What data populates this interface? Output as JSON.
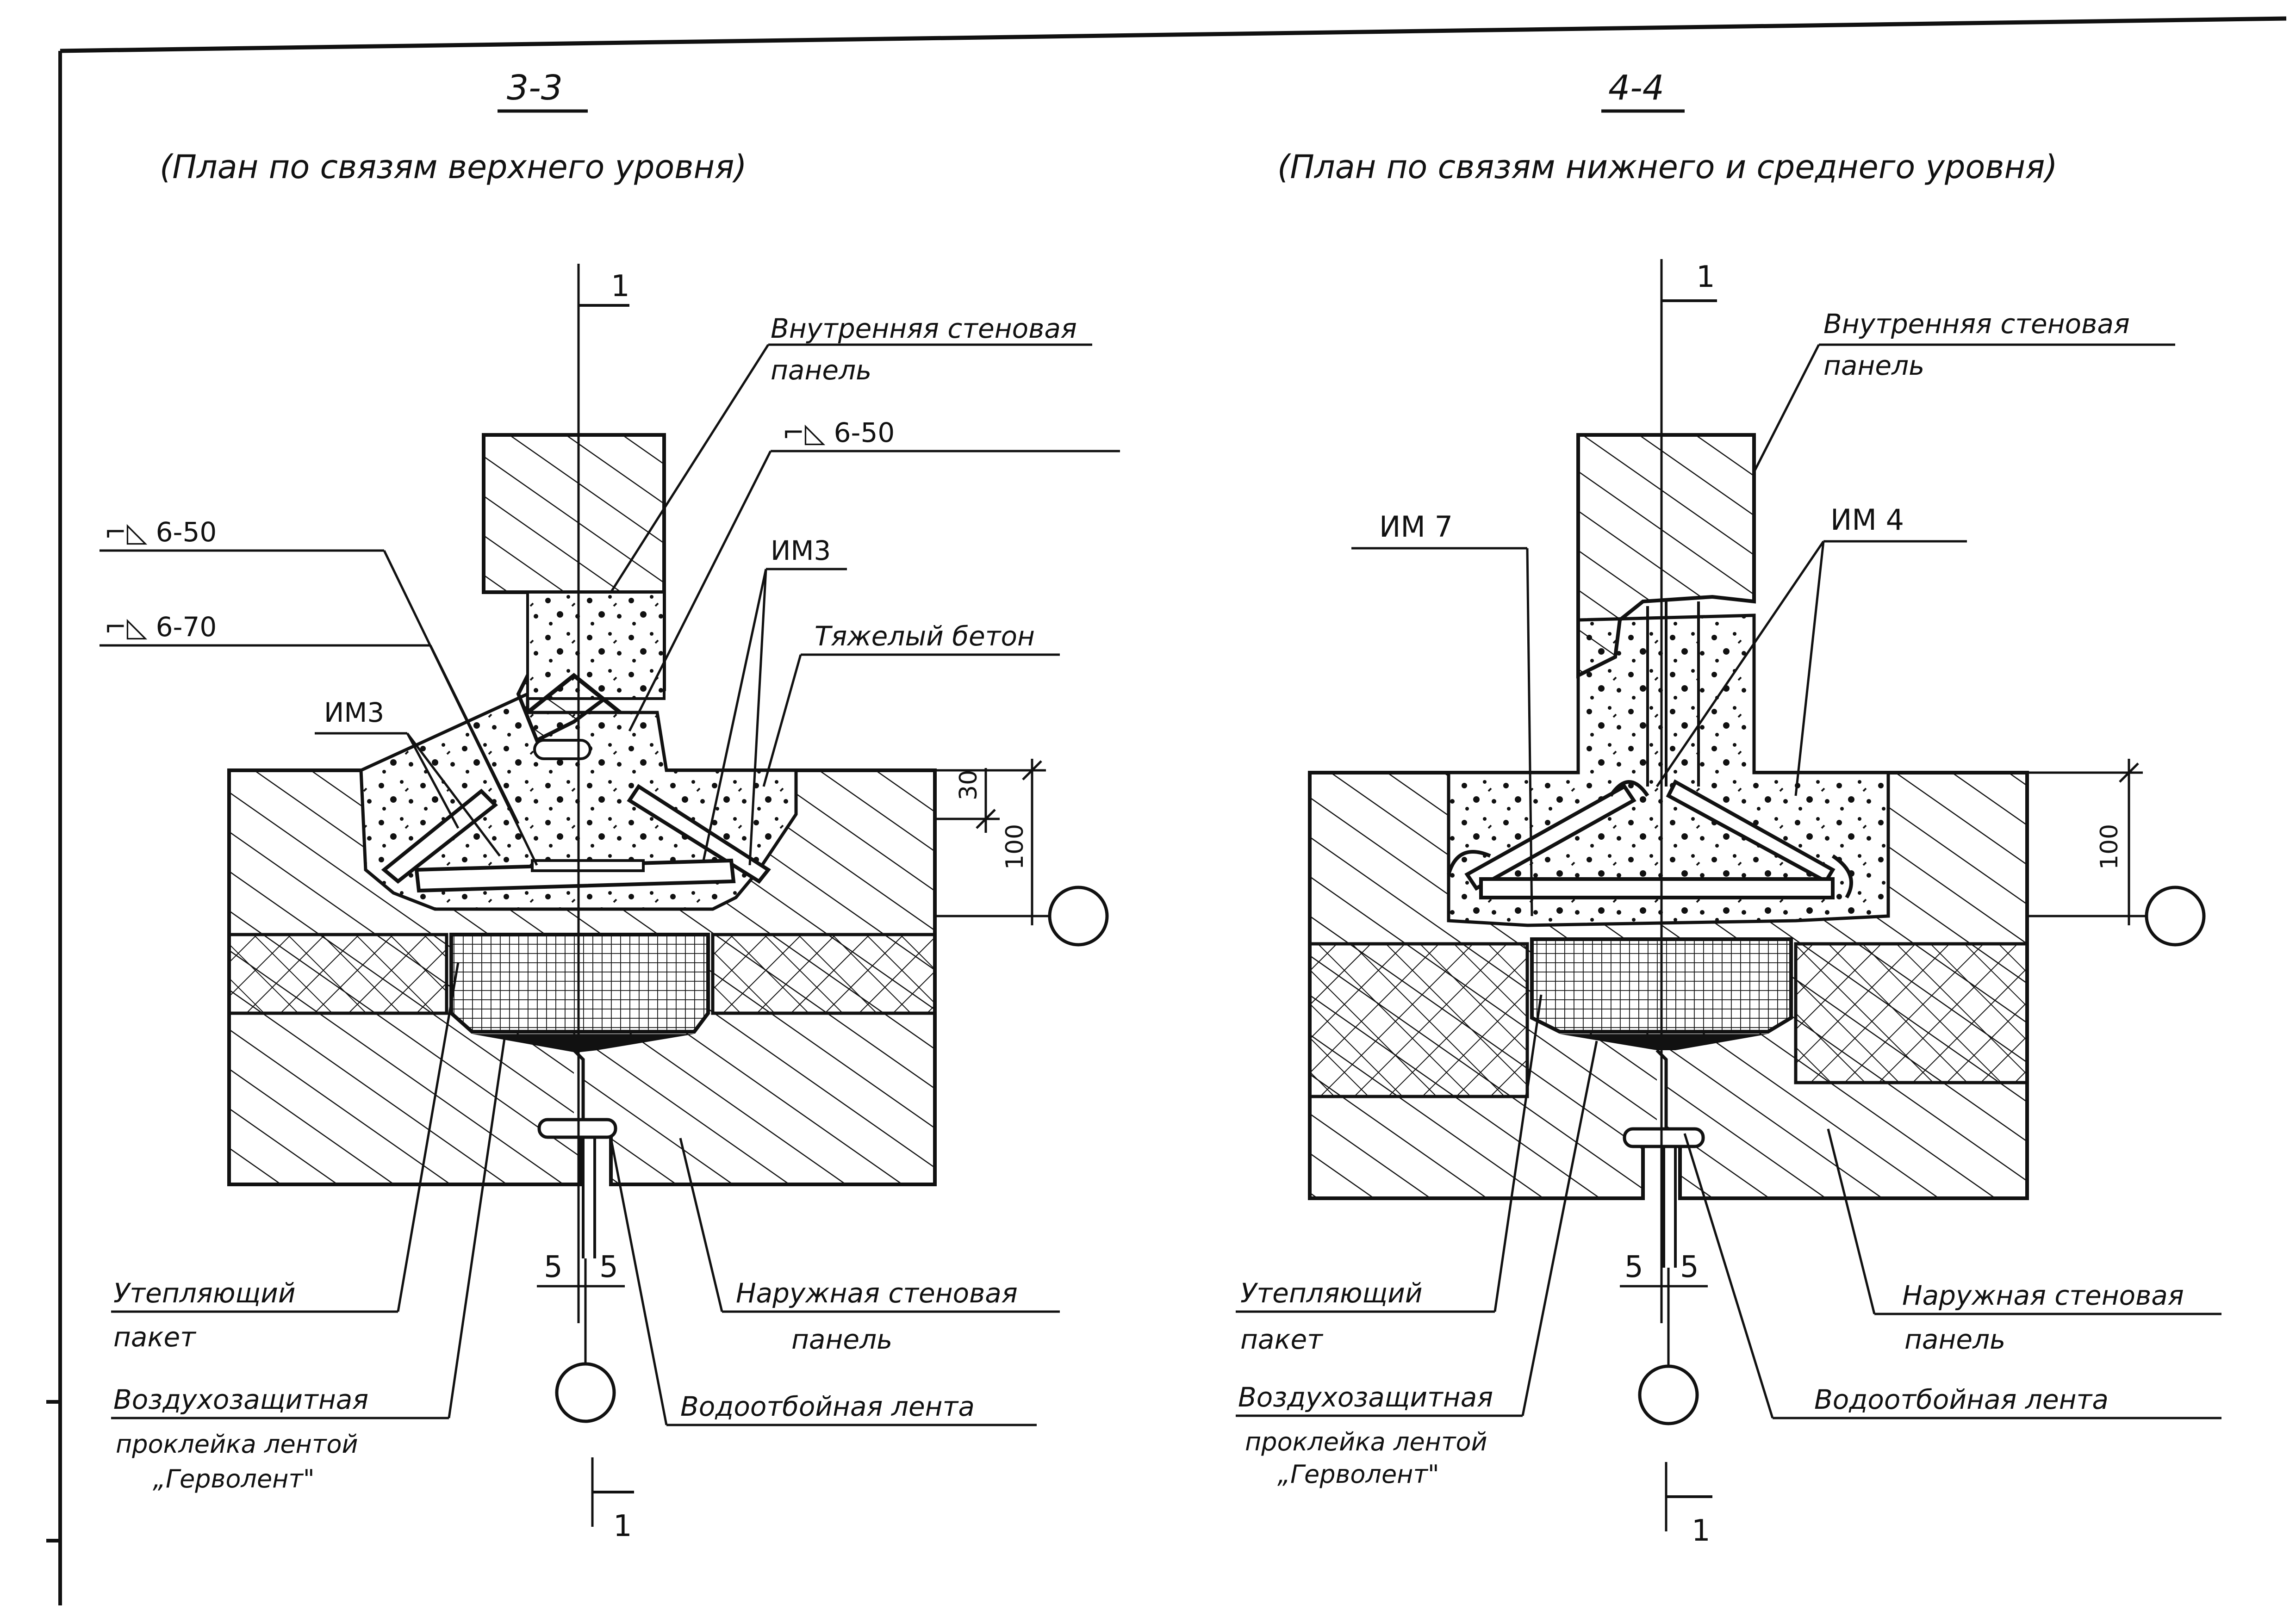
{
  "left_view": {
    "section": "3-3",
    "subtitle": "(План по связям верхнего уровня)",
    "labels": {
      "inner_panel_1": "Внутренняя стеновая",
      "inner_panel_2": "панель",
      "weld_top": "⌐◺ 6-50",
      "weld_a": "⌐◺ 6-50",
      "weld_b": "⌐◺ 6-70",
      "im3_left": "ИМ3",
      "im3_right": "ИМ3",
      "heavy_concrete": "Тяжелый бетон",
      "insulation_1": "Утепляющий",
      "insulation_2": "пакет",
      "outer_panel_1": "Наружная стеновая",
      "outer_panel_2": "панель",
      "air_seal_1": "Воздухозащитная",
      "air_seal_2": "проклейка лентой",
      "air_seal_3": "„Герволент\"",
      "water_tape": "Водоотбойная лента"
    },
    "dims": {
      "d30": "30",
      "d100": "100",
      "gap_a": "5",
      "gap_b": "5",
      "axis": "1",
      "axis_bottom": "1"
    }
  },
  "right_view": {
    "section": "4-4",
    "subtitle": "(План по связям нижнего и среднего уровня)",
    "labels": {
      "inner_panel_1": "Внутренняя стеновая",
      "inner_panel_2": "панель",
      "im7": "ИМ 7",
      "im4": "ИМ 4",
      "insulation_1": "Утепляющий",
      "insulation_2": "пакет",
      "outer_panel_1": "Наружная стеновая",
      "outer_panel_2": "панель",
      "air_seal_1": "Воздухозащитная",
      "air_seal_2": "проклейка лентой",
      "air_seal_3": "„Герволент\"",
      "water_tape": "Водоотбойная лента"
    },
    "dims": {
      "d100": "100",
      "gap_a": "5",
      "gap_b": "5",
      "axis": "1",
      "axis_bottom": "1"
    }
  }
}
